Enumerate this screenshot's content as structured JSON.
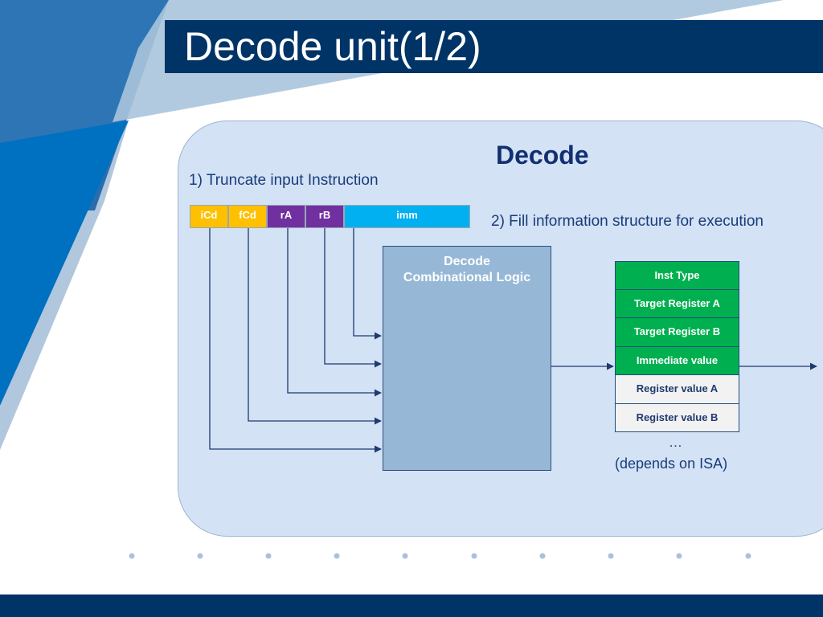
{
  "slide": {
    "title": "Decode unit(1/2)"
  },
  "diagram": {
    "heading": "Decode",
    "step1": "1) Truncate input Instruction",
    "step2": "2) Fill information structure for execution",
    "instruction_fields": [
      {
        "label": "iCd",
        "color": "#ffc000"
      },
      {
        "label": "fCd",
        "color": "#ffc000"
      },
      {
        "label": "rA",
        "color": "#7030a0"
      },
      {
        "label": "rB",
        "color": "#7030a0"
      },
      {
        "label": "imm",
        "color": "#00b0f0"
      }
    ],
    "logic_block": {
      "line1": "Decode",
      "line2": "Combinational Logic"
    },
    "info_structure": [
      {
        "label": "Inst Type",
        "style": "green"
      },
      {
        "label": "Target Register A",
        "style": "green"
      },
      {
        "label": "Target Register B",
        "style": "green"
      },
      {
        "label": "Immediate value",
        "style": "green"
      },
      {
        "label": "Register value A",
        "style": "grey"
      },
      {
        "label": "Register value B",
        "style": "grey"
      }
    ],
    "ellipsis": "…",
    "note": "(depends on ISA)"
  },
  "theme": {
    "navy": "#003366",
    "panel_fill": "#d3e2f5",
    "logic_fill": "#96b8d6",
    "green": "#00b050",
    "wire": "#1f3a6e"
  }
}
